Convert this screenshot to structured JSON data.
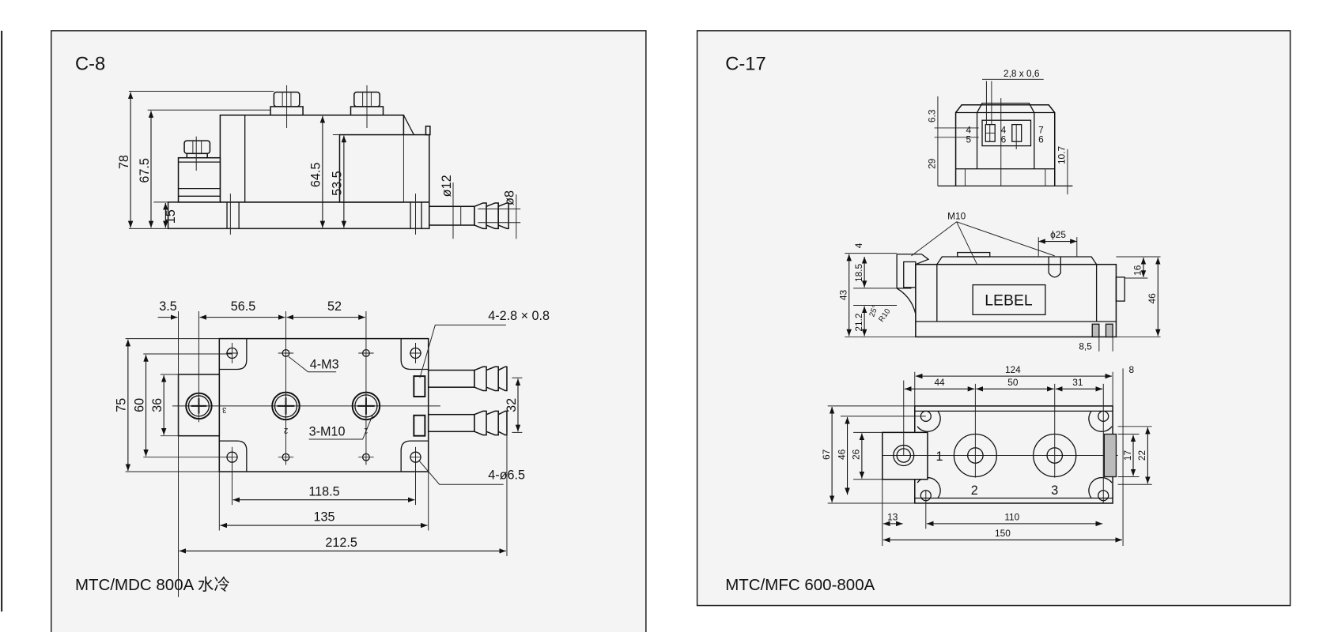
{
  "left_panel": {
    "title": "C-8",
    "caption": "MTC/MDC  800A 水冷",
    "side_view": {
      "h_total": "78",
      "h_67": "67.5",
      "h_base": "15",
      "h_body": "64.5",
      "h_block": "53.5",
      "tube_outer": "ø12",
      "tube_inner": "ø8"
    },
    "plan_view": {
      "d_3_5": "3.5",
      "d_56_5": "56.5",
      "d_52": "52",
      "pins": "4-2.8 × 0.8",
      "m3": "4-M3",
      "m10": "3-M10",
      "holes": "4-ø6.5",
      "w_75": "75",
      "w_60": "60",
      "w_36": "36",
      "w_32": "32",
      "l_118_5": "118.5",
      "l_135": "135",
      "l_212_5": "212.5",
      "term1": "1",
      "term2": "2",
      "term3": "3"
    }
  },
  "right_panel": {
    "title": "C-17",
    "caption": "MTC/MFC  600-800A",
    "end_view": {
      "pin": "2,8 x 0,6",
      "h_6_3": "6.3",
      "h_29": "29",
      "h_10_7": "10.7",
      "p4a": "4",
      "p5": "5",
      "p4b": "4",
      "p6a": "6",
      "p7": "7",
      "p6b": "6"
    },
    "side_view": {
      "m10": "M10",
      "d25": "ϕ25",
      "label": "LEBEL",
      "h4": "4",
      "h18_5": "18.5",
      "h43": "43",
      "h21_2": "21.2",
      "angle": "25°",
      "radius": "R10",
      "h16": "16",
      "h46": "46",
      "w8_5": "8,5"
    },
    "plan_view": {
      "l124": "124",
      "l8": "8",
      "l44": "44",
      "l50": "50",
      "l31": "31",
      "w67": "67",
      "w46": "46",
      "w26": "26",
      "w17": "17",
      "w22": "22",
      "l13": "13",
      "l110": "110",
      "l150": "150",
      "t1": "1",
      "t2": "2",
      "t3": "3"
    }
  }
}
